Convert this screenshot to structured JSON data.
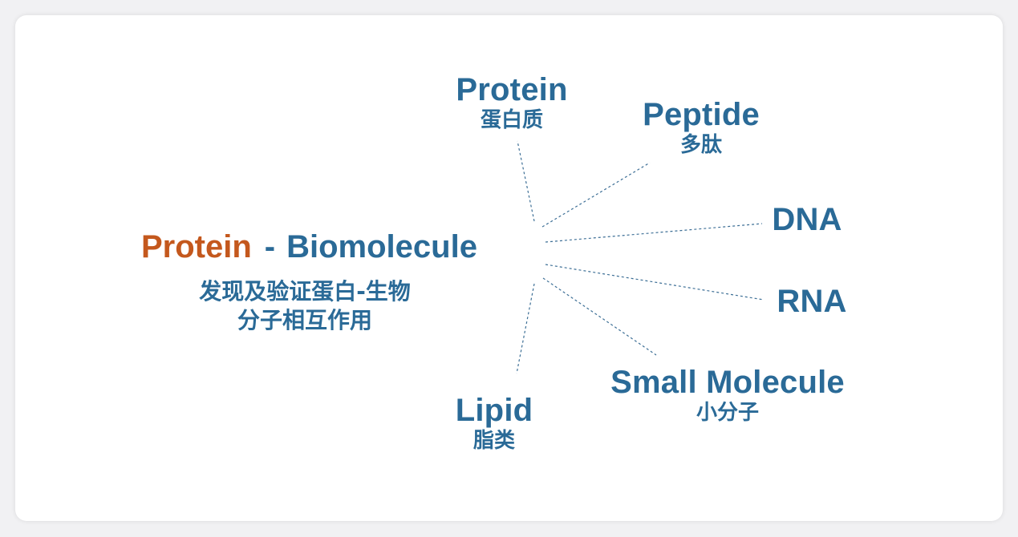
{
  "center": {
    "accent": "Protein",
    "separator": "-",
    "label": "Biomolecule",
    "subtitle_line1": "发现及验证蛋白-生物",
    "subtitle_line2": "分子相互作用"
  },
  "nodes": {
    "protein": {
      "en": "Protein",
      "zh": "蛋白质"
    },
    "peptide": {
      "en": "Peptide",
      "zh": "多肽"
    },
    "dna": {
      "en": "DNA"
    },
    "rna": {
      "en": "RNA"
    },
    "small_molecule": {
      "en": "Small Molecule",
      "zh": "小分子"
    },
    "lipid": {
      "en": "Lipid",
      "zh": "脂类"
    }
  },
  "colors": {
    "accent": "#c4581d",
    "primary": "#2a6a97",
    "background": "#ffffff"
  }
}
